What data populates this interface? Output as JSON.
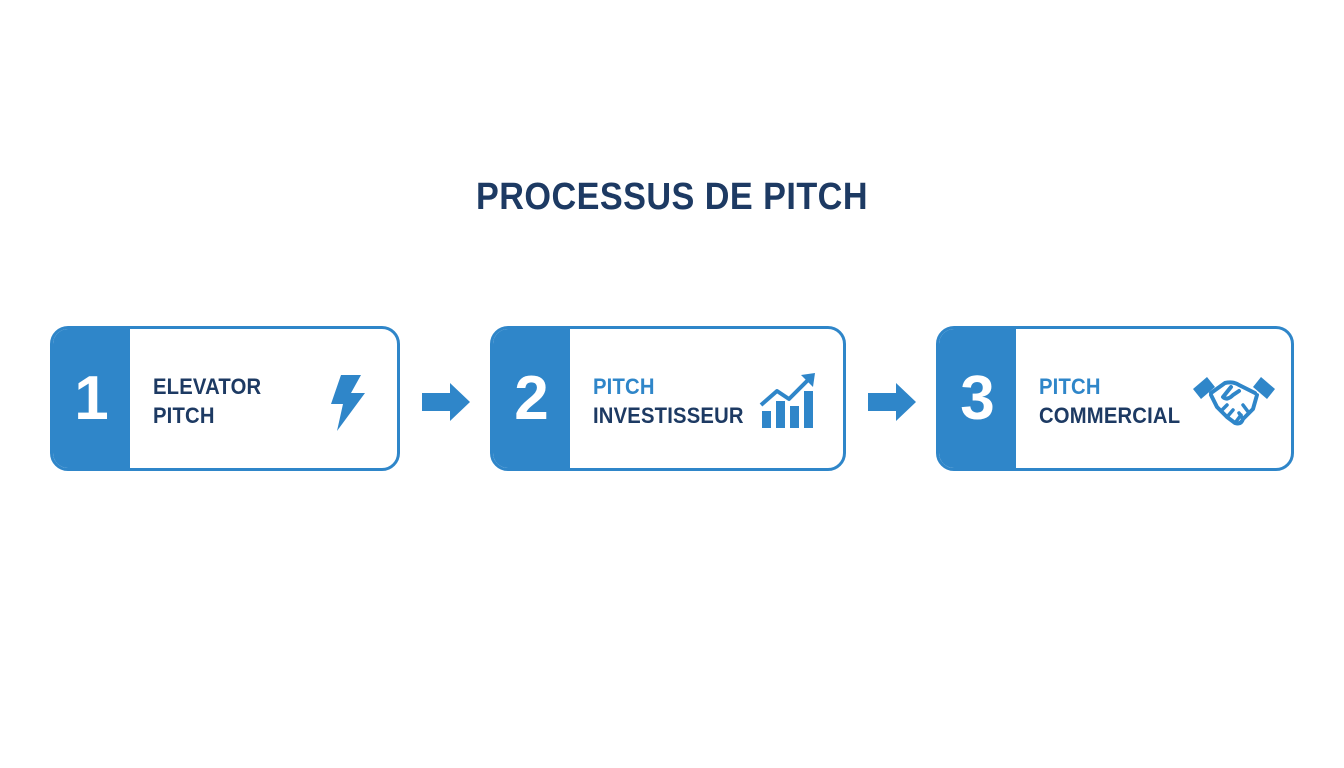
{
  "title": "PROCESSUS DE PITCH",
  "colors": {
    "accent": "#2f86c9",
    "dark": "#1d3a63",
    "background": "#ffffff"
  },
  "steps": [
    {
      "number": "1",
      "line1": "ELEVATOR",
      "line2": "PITCH",
      "icon": "lightning-bolt-icon"
    },
    {
      "number": "2",
      "line1": "PITCH",
      "line2": "INVESTISSEUR",
      "icon": "growth-chart-icon"
    },
    {
      "number": "3",
      "line1": "PITCH",
      "line2": "COMMERCIAL",
      "icon": "handshake-icon"
    }
  ],
  "connectors": [
    "arrow-right-icon",
    "arrow-right-icon"
  ]
}
